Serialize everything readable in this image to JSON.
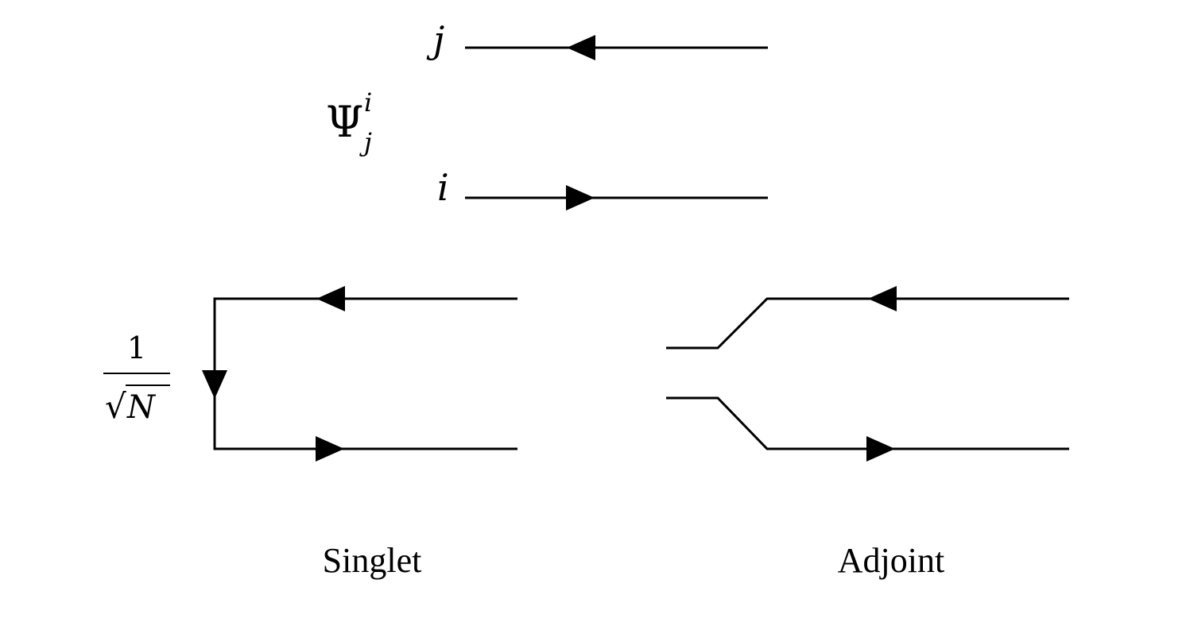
{
  "top": {
    "label_j": "j",
    "label_i": "i",
    "field_symbol": "Ψ",
    "field_superscript": "i",
    "field_subscript": "j"
  },
  "singlet": {
    "coefficient_numerator": "1",
    "sqrt_symbol": "√",
    "coefficient_denominator_var": "N",
    "caption": "Singlet"
  },
  "adjoint": {
    "caption": "Adjoint"
  }
}
